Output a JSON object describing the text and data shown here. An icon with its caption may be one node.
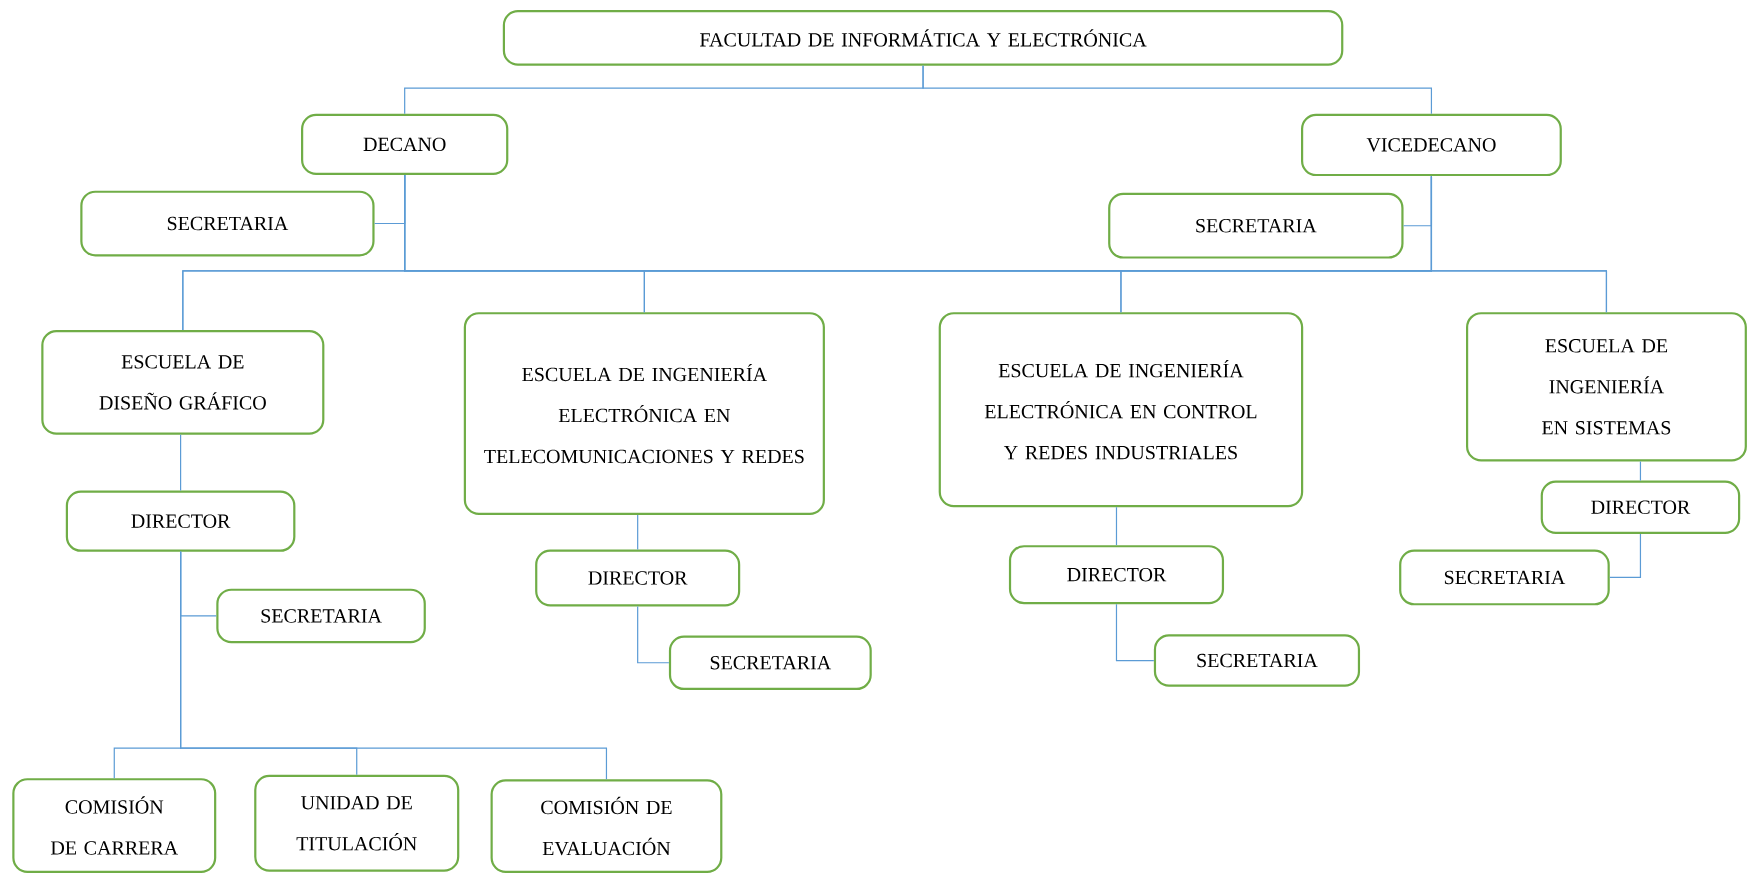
{
  "diagram": {
    "nodes": [
      {
        "text": [
          "FACULTAD DE INFORMÁTICA Y ELECTRÓNICA"
        ]
      },
      {
        "text": [
          "DECANO"
        ]
      },
      {
        "text": [
          "SECRETARIA"
        ]
      },
      {
        "text": [
          "VICEDECANO"
        ]
      },
      {
        "text": [
          "SECRETARIA"
        ]
      },
      {
        "text": [
          "ESCUELA DE DISEÑO GRÁFICO"
        ]
      },
      {
        "text": [
          "DIRECTOR"
        ]
      },
      {
        "text": [
          "SECRETARIA"
        ]
      },
      {
        "text": [
          "COMISIÓN DE CARRERA"
        ]
      },
      {
        "text": [
          "UNIDAD DE TITULACIÓN"
        ]
      },
      {
        "text": [
          "COMISIÓN DE EVALUACIÓN"
        ]
      },
      {
        "text": [
          "ESCUELA DE INGENIERÍA ELECTRÓNICA EN TELECOMUNICACIONES Y REDES"
        ]
      },
      {
        "text": [
          "DIRECTOR"
        ]
      },
      {
        "text": [
          "SECRETARIA"
        ]
      },
      {
        "text": [
          "ESCUELA DE INGENIERÍA ELECTRÓNICA EN CONTROL Y REDES INDUSTRIALES"
        ]
      },
      {
        "text": [
          "DIRECTOR"
        ]
      },
      {
        "text": [
          "SECRETARIA"
        ]
      },
      {
        "text": [
          "ESCUELA DE INGENIERÍA EN SISTEMAS"
        ]
      },
      {
        "text": [
          "DIRECTOR"
        ]
      },
      {
        "text": [
          "SECRETARIA"
        ]
      }
    ],
    "edges": [
      {
        "from": 0,
        "to": 1,
        "arrow": "none"
      },
      {
        "from": 0,
        "to": 3,
        "arrow": "none"
      },
      {
        "from": 1,
        "to": 2,
        "arrow": "none"
      },
      {
        "from": 3,
        "to": 4,
        "arrow": "none"
      },
      {
        "from": 1,
        "to": 5,
        "arrow": "none"
      },
      {
        "from": 1,
        "to": 11,
        "arrow": "none"
      },
      {
        "from": 1,
        "to": 14,
        "arrow": "none"
      },
      {
        "from": 1,
        "to": 17,
        "arrow": "none"
      },
      {
        "from": 3,
        "to": 5,
        "arrow": "none"
      },
      {
        "from": 3,
        "to": 11,
        "arrow": "none"
      },
      {
        "from": 3,
        "to": 14,
        "arrow": "none"
      },
      {
        "from": 3,
        "to": 17,
        "arrow": "none"
      },
      {
        "from": 5,
        "to": 6,
        "arrow": "none"
      },
      {
        "from": 6,
        "to": 7,
        "arrow": "none"
      },
      {
        "from": 6,
        "to": 8,
        "arrow": "none"
      },
      {
        "from": 6,
        "to": 9,
        "arrow": "none"
      },
      {
        "from": 6,
        "to": 10,
        "arrow": "none"
      },
      {
        "from": 11,
        "to": 12,
        "arrow": "none"
      },
      {
        "from": 12,
        "to": 13,
        "arrow": "none"
      },
      {
        "from": 14,
        "to": 15,
        "arrow": "none"
      },
      {
        "from": 15,
        "to": 16,
        "arrow": "none"
      },
      {
        "from": 17,
        "to": 18,
        "arrow": "none"
      },
      {
        "from": 18,
        "to": 19,
        "arrow": "none"
      }
    ]
  }
}
